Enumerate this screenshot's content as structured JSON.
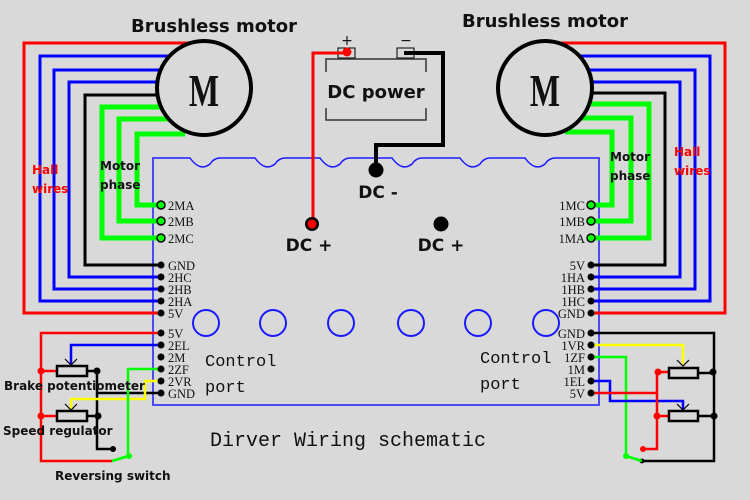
{
  "colors": {
    "background": "#d9d9d9",
    "red": "#ff0000",
    "blue": "#0000ff",
    "green": "#00ff00",
    "yellow": "#ffff00",
    "black": "#000000",
    "board": "#1a1aff"
  },
  "motors": {
    "left": {
      "title": "Brushless motor",
      "symbol": "M"
    },
    "right": {
      "title": "Brushless motor",
      "symbol": "M"
    }
  },
  "power": {
    "label": "DC power",
    "plus_symbol": "+",
    "minus_symbol": "−",
    "dc_minus": "DC -",
    "dc_plus_left": "DC +",
    "dc_plus_right": "DC +"
  },
  "wire_labels": {
    "left_hall": [
      "Hall",
      "wires"
    ],
    "left_phase": [
      "Motor",
      "phase"
    ],
    "right_hall": [
      "Hall",
      "wires"
    ],
    "right_phase": [
      "Motor",
      "phase"
    ]
  },
  "left_pins": {
    "phase": [
      "2MA",
      "2MB",
      "2MC"
    ],
    "hall": [
      "GND",
      "2HC",
      "2HB",
      "2HA",
      "5V"
    ],
    "control": [
      "5V",
      "2EL",
      "2M",
      "2ZF",
      "2VR",
      "GND"
    ]
  },
  "right_pins": {
    "phase": [
      "1MC",
      "1MB",
      "1MA"
    ],
    "hall": [
      "5V",
      "1HA",
      "1HB",
      "1HC",
      "GND"
    ],
    "control": [
      "GND",
      "1VR",
      "1ZF",
      "1M",
      "1EL",
      "5V"
    ]
  },
  "control_port": {
    "left": [
      "Control",
      "port"
    ],
    "right": [
      "Control",
      "port"
    ]
  },
  "components": {
    "brake_pot": "Brake potentiometer",
    "speed_reg": "Speed regulator",
    "rev_switch": "Reversing switch"
  },
  "footer": "Dirver Wiring schematic"
}
